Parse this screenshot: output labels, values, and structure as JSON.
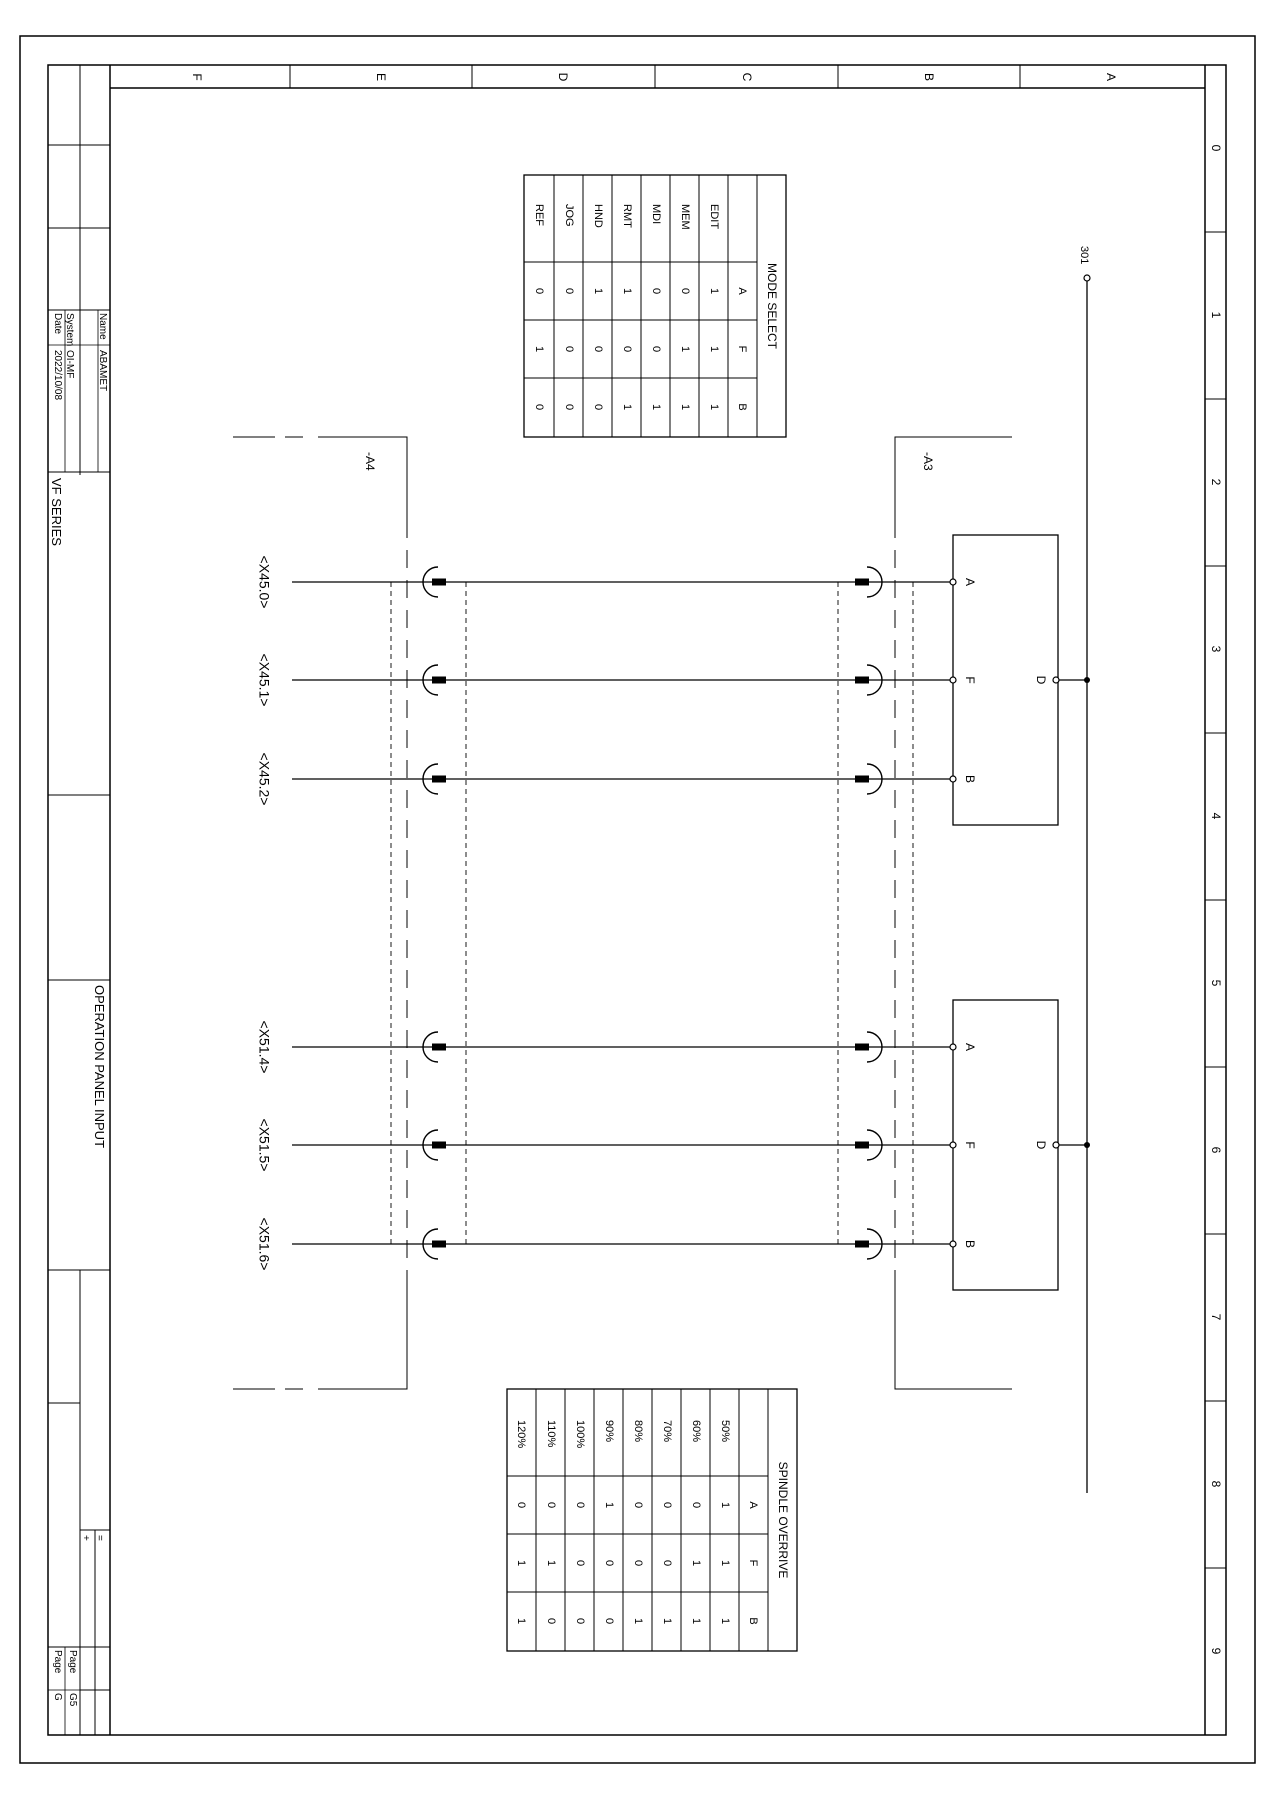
{
  "frame": {
    "col_labels": [
      "F",
      "E",
      "D",
      "C",
      "B",
      "A"
    ],
    "row_labels": [
      "0",
      "1",
      "2",
      "3",
      "4",
      "5",
      "6",
      "7",
      "8",
      "9"
    ]
  },
  "title_block": {
    "name_label": "Name",
    "name_value": "ABAMET",
    "system_label": "System",
    "system_value": "OI-MF",
    "date_label": "Date",
    "date_value": "2022/10/08",
    "series": "VF SERIES",
    "title": "OPERATION PANEL INPUT",
    "marker_eq": "=",
    "marker_plus": "+",
    "page_label_1": "Page",
    "page_value_1": "G5",
    "page_label_2": "Page",
    "page_value_2": "G"
  },
  "mode_select": {
    "title": "MODE SELECT",
    "columns": [
      "A",
      "F",
      "B"
    ],
    "rows": [
      {
        "label": "EDIT",
        "values": [
          "1",
          "1",
          "1"
        ]
      },
      {
        "label": "MEM",
        "values": [
          "0",
          "1",
          "1"
        ]
      },
      {
        "label": "MDI",
        "values": [
          "0",
          "0",
          "1"
        ]
      },
      {
        "label": "RMT",
        "values": [
          "1",
          "0",
          "1"
        ]
      },
      {
        "label": "HND",
        "values": [
          "1",
          "0",
          "0"
        ]
      },
      {
        "label": "JOG",
        "values": [
          "0",
          "0",
          "0"
        ]
      },
      {
        "label": "REF",
        "values": [
          "0",
          "1",
          "0"
        ]
      }
    ]
  },
  "spindle_override": {
    "title": "SPINDLE OVERRIVE",
    "columns": [
      "A",
      "F",
      "B"
    ],
    "rows": [
      {
        "label": "50%",
        "values": [
          "1",
          "1",
          "1"
        ]
      },
      {
        "label": "60%",
        "values": [
          "0",
          "1",
          "1"
        ]
      },
      {
        "label": "70%",
        "values": [
          "0",
          "0",
          "1"
        ]
      },
      {
        "label": "80%",
        "values": [
          "0",
          "0",
          "1"
        ]
      },
      {
        "label": "90%",
        "values": [
          "1",
          "0",
          "0"
        ]
      },
      {
        "label": "100%",
        "values": [
          "0",
          "0",
          "0"
        ]
      },
      {
        "label": "110%",
        "values": [
          "0",
          "1",
          "0"
        ]
      },
      {
        "label": "120%",
        "values": [
          "0",
          "1",
          "1"
        ]
      }
    ]
  },
  "schematic": {
    "wire_301": "301",
    "device_a3": "-A3",
    "device_a4": "-A4",
    "switch_common": "D",
    "switch_pins": [
      "A",
      "F",
      "B"
    ],
    "inputs": [
      "<X45.0>",
      "<X45.1>",
      "<X45.2>",
      "<X51.4>",
      "<X51.5>",
      "<X51.6>"
    ]
  }
}
